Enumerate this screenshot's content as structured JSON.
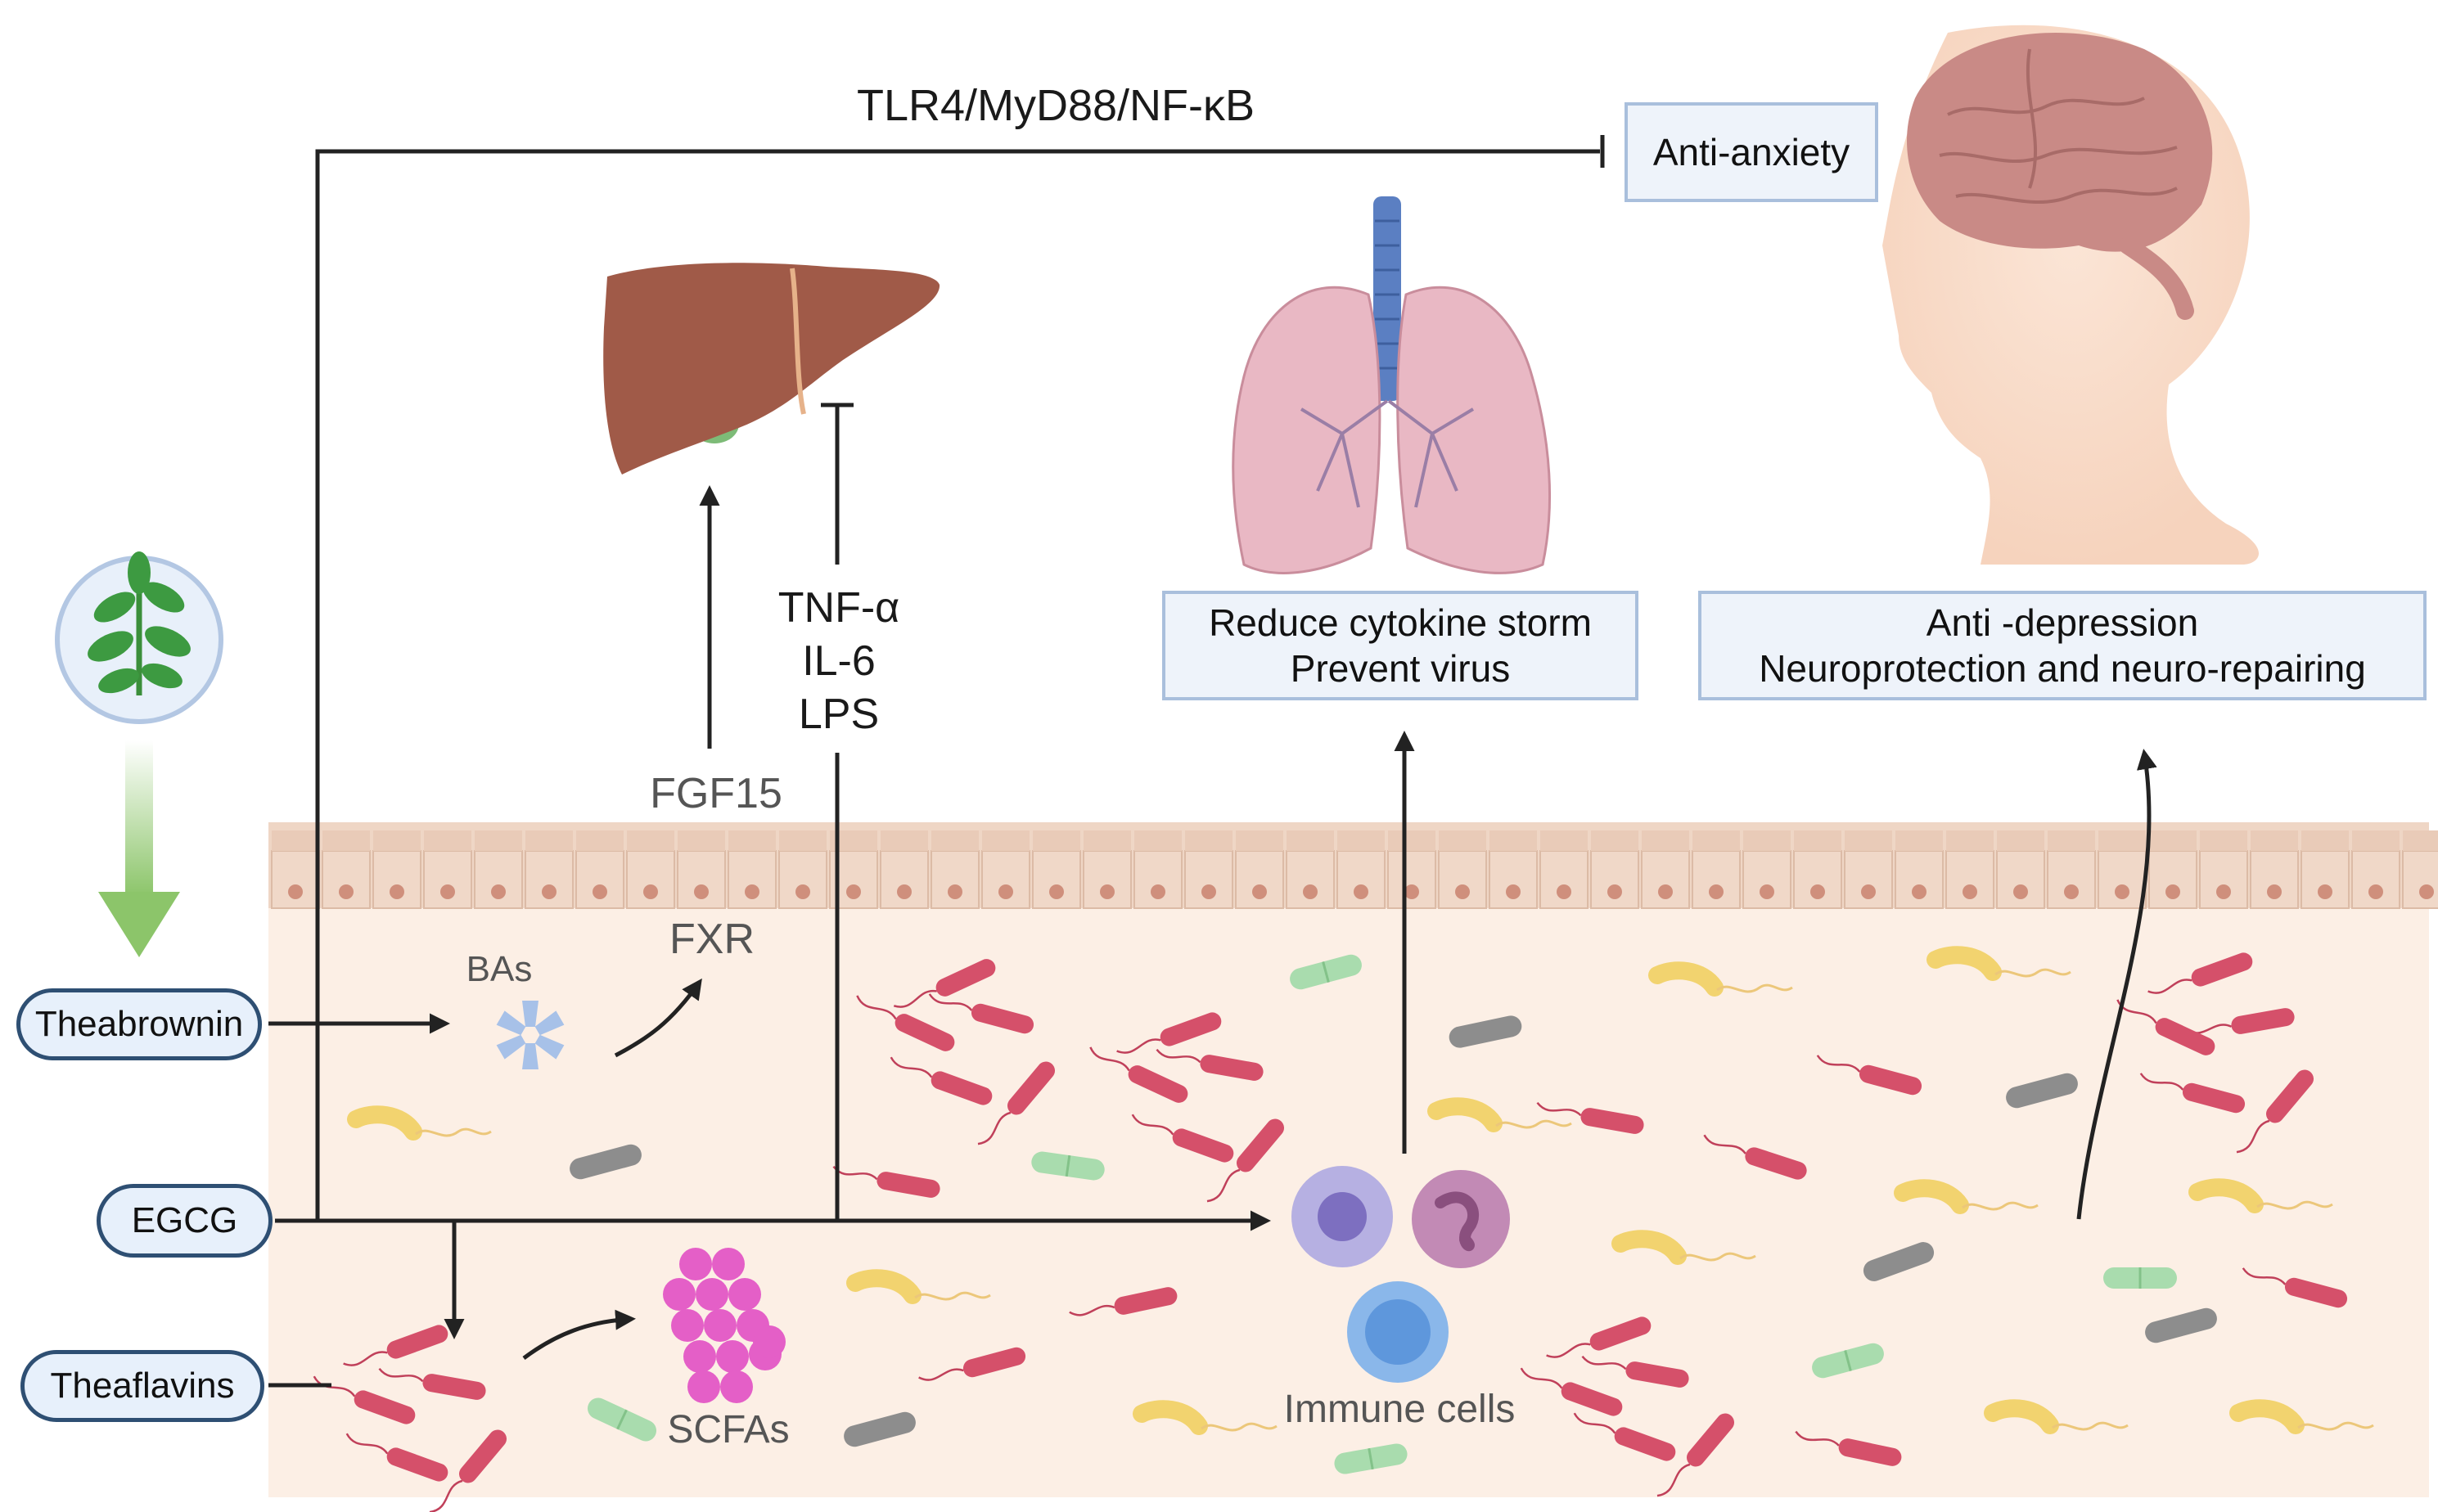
{
  "pathway": {
    "label": "TLR4/MyD88/NF-κB"
  },
  "effects": {
    "anti_anxiety": "Anti-anxiety",
    "lung_line1": "Reduce cytokine storm",
    "lung_line2": "Prevent virus",
    "brain_line1": "Anti -depression",
    "brain_line2": "Neuroprotection and neuro-repairing"
  },
  "compounds": {
    "theabrownin": "Theabrownin",
    "egcg": "EGCG",
    "theaflavins": "Theaflavins"
  },
  "liver_signals": {
    "fgf15": "FGF15",
    "fxr": "FXR",
    "bas": "BAs",
    "tnf": "TNF-α",
    "il6": "IL-6",
    "lps": "LPS"
  },
  "gut": {
    "scfas": "SCFAs",
    "immune_cells": "Immune cells"
  },
  "colors": {
    "arrow": "#222222",
    "green_arrow": "#8cc56a",
    "mucosa": "#f1dccd",
    "lumen": "#fbeee4",
    "bacteria_red": "#d5506a",
    "bacteria_green": "#a9dcae",
    "bacteria_yellow": "#f2d36f",
    "bacteria_grey": "#8d8d8d",
    "scfa": "#e45fc7",
    "liver": "#a0594a",
    "lung": "#e8b7c3",
    "trachea": "#5b7fc2"
  },
  "icons": [
    "tea-plant-icon",
    "liver-icon",
    "lungs-icon",
    "human-head-brain-icon",
    "bile-acid-micelle-icon",
    "scfa-cluster-icon",
    "immune-cell-icon",
    "bacteria-icon"
  ]
}
